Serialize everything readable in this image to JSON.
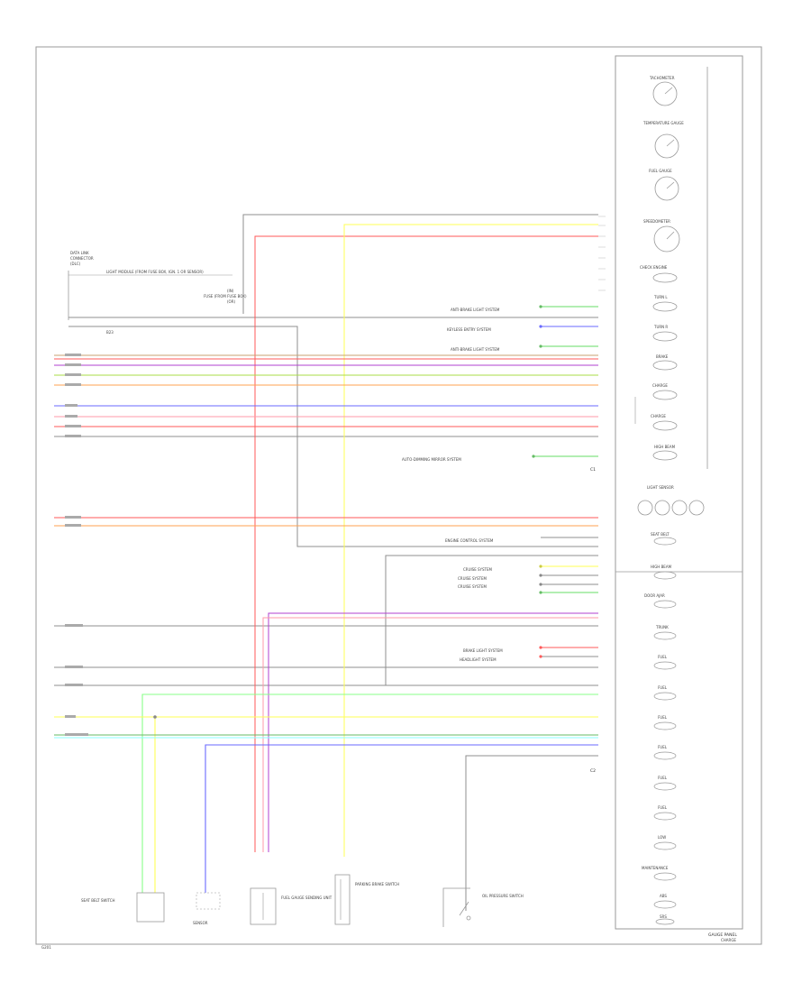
{
  "diagram": {
    "colors": {
      "frame": "#9a9a9a",
      "black": "#8f8f8f",
      "red": "#ff5a5a",
      "yellow": "#ffff55",
      "green": "#66dd66",
      "blue": "#6a6aff",
      "orange": "#ffa050",
      "violet": "#b040d0",
      "brown": "#c8a070",
      "lightgreen": "#88ff88"
    },
    "left_label_block": {
      "lines": [
        "DATA LINK",
        "CONNECTOR",
        "(DLC)"
      ]
    },
    "left_top_note": "LIGHT MODULE (FROM FUSE BOX, IGN. 1 OR SENSOR)",
    "left_top_note2": "(IN)",
    "left_top_note3": "FUSE (FROM FUSE BOX)",
    "left_top_note4": "(OR)",
    "left_pin": "B23",
    "harness_labels": [
      "ANTI-BRAKE LIGHT SYSTEM",
      "KEYLESS ENTRY SYSTEM",
      "ANTI-BRAKE LIGHT SYSTEM",
      "AUTO-DIMMING MIRROR SYSTEM",
      "ENGINE CONTROL SYSTEM",
      "CRUISE SYSTEM",
      "CRUISE SYSTEM",
      "CRUISE SYSTEM",
      "BRAKE LIGHT SYSTEM",
      "HEADLIGHT SYSTEM"
    ],
    "right_panel_title": "GAUGE PANEL",
    "right_panel_gauges": [
      "TACHOMETER",
      "TEMPERATURE GAUGE",
      "FUEL GAUGE",
      "SPEEDOMETER",
      "CHECK ENGINE",
      "TURN L",
      "TURN R",
      "BRAKE",
      "CHARGE",
      "CHARGE",
      "HIGH BEAM"
    ],
    "right_panel_indicators": [
      "LIGHT SENSOR",
      "SEAT BELT",
      "HIGH BEAM",
      "DOOR AJAR",
      "TRUNK",
      "FUEL",
      "FUEL",
      "FUEL",
      "FUEL",
      "FUEL",
      "FUEL",
      "LOW",
      "MAINTENANCE",
      "ABS",
      "SRS"
    ],
    "connector_top": "C1",
    "connector_bottom": "C2",
    "bottom_components": [
      "SEAT BELT SWITCH",
      "SENSOR",
      "FUEL GAUGE SENDING UNIT",
      "PARKING BRAKE SWITCH",
      "OIL PRESSURE SWITCH"
    ],
    "footer_left": "G201",
    "footer_right": "CHARGE"
  }
}
